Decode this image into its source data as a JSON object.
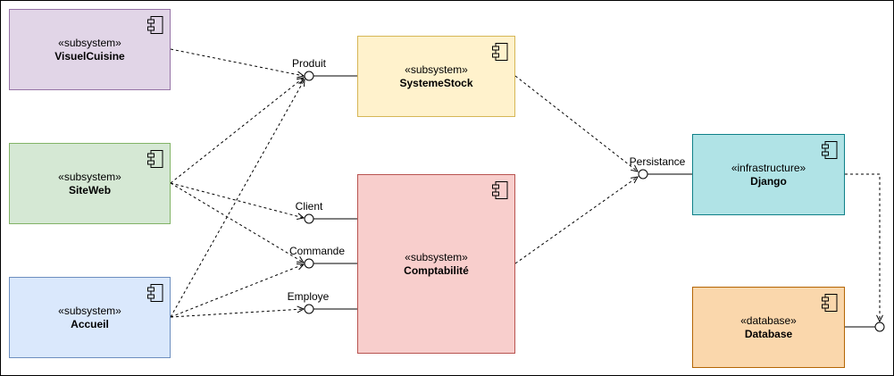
{
  "components": [
    {
      "id": "visuelcuisine",
      "stereotype": "«subsystem»",
      "name": "VisuelCuisine",
      "fill": "#e1d5e7",
      "stroke": "#9673a6"
    },
    {
      "id": "siteweb",
      "stereotype": "«subsystem»",
      "name": "SiteWeb",
      "fill": "#d5e8d4",
      "stroke": "#82b366"
    },
    {
      "id": "accueil",
      "stereotype": "«subsystem»",
      "name": "Accueil",
      "fill": "#dae8fc",
      "stroke": "#6c8ebf"
    },
    {
      "id": "systemestock",
      "stereotype": "«subsystem»",
      "name": "SystemeStock",
      "fill": "#fff2cc",
      "stroke": "#d6b656"
    },
    {
      "id": "comptabilite",
      "stereotype": "«subsystem»",
      "name": "Comptabilité",
      "fill": "#f8cecc",
      "stroke": "#b85450"
    },
    {
      "id": "django",
      "stereotype": "«infrastructure»",
      "name": "Django",
      "fill": "#b0e3e6",
      "stroke": "#0e8088"
    },
    {
      "id": "database",
      "stereotype": "«database»",
      "name": "Database",
      "fill": "#fad7ac",
      "stroke": "#b46504"
    }
  ],
  "interfaces": [
    {
      "id": "produit",
      "label": "Produit"
    },
    {
      "id": "client",
      "label": "Client"
    },
    {
      "id": "commande",
      "label": "Commande"
    },
    {
      "id": "employe",
      "label": "Employe"
    },
    {
      "id": "persistance",
      "label": "Persistance"
    },
    {
      "id": "db-port",
      "label": ""
    }
  ],
  "provides": [
    {
      "from": "systemestock",
      "to": "produit"
    },
    {
      "from": "comptabilite",
      "to": "client"
    },
    {
      "from": "comptabilite",
      "to": "commande"
    },
    {
      "from": "comptabilite",
      "to": "employe"
    },
    {
      "from": "django",
      "to": "persistance"
    },
    {
      "from": "database",
      "to": "db-port"
    }
  ],
  "dependencies": [
    {
      "from": "visuelcuisine",
      "to": "produit"
    },
    {
      "from": "siteweb",
      "to": "produit"
    },
    {
      "from": "accueil",
      "to": "produit"
    },
    {
      "from": "siteweb",
      "to": "client"
    },
    {
      "from": "siteweb",
      "to": "commande"
    },
    {
      "from": "accueil",
      "to": "commande"
    },
    {
      "from": "accueil",
      "to": "employe"
    },
    {
      "from": "systemestock",
      "to": "persistance"
    },
    {
      "from": "comptabilite",
      "to": "persistance"
    },
    {
      "from": "django",
      "to": "db-port"
    }
  ]
}
